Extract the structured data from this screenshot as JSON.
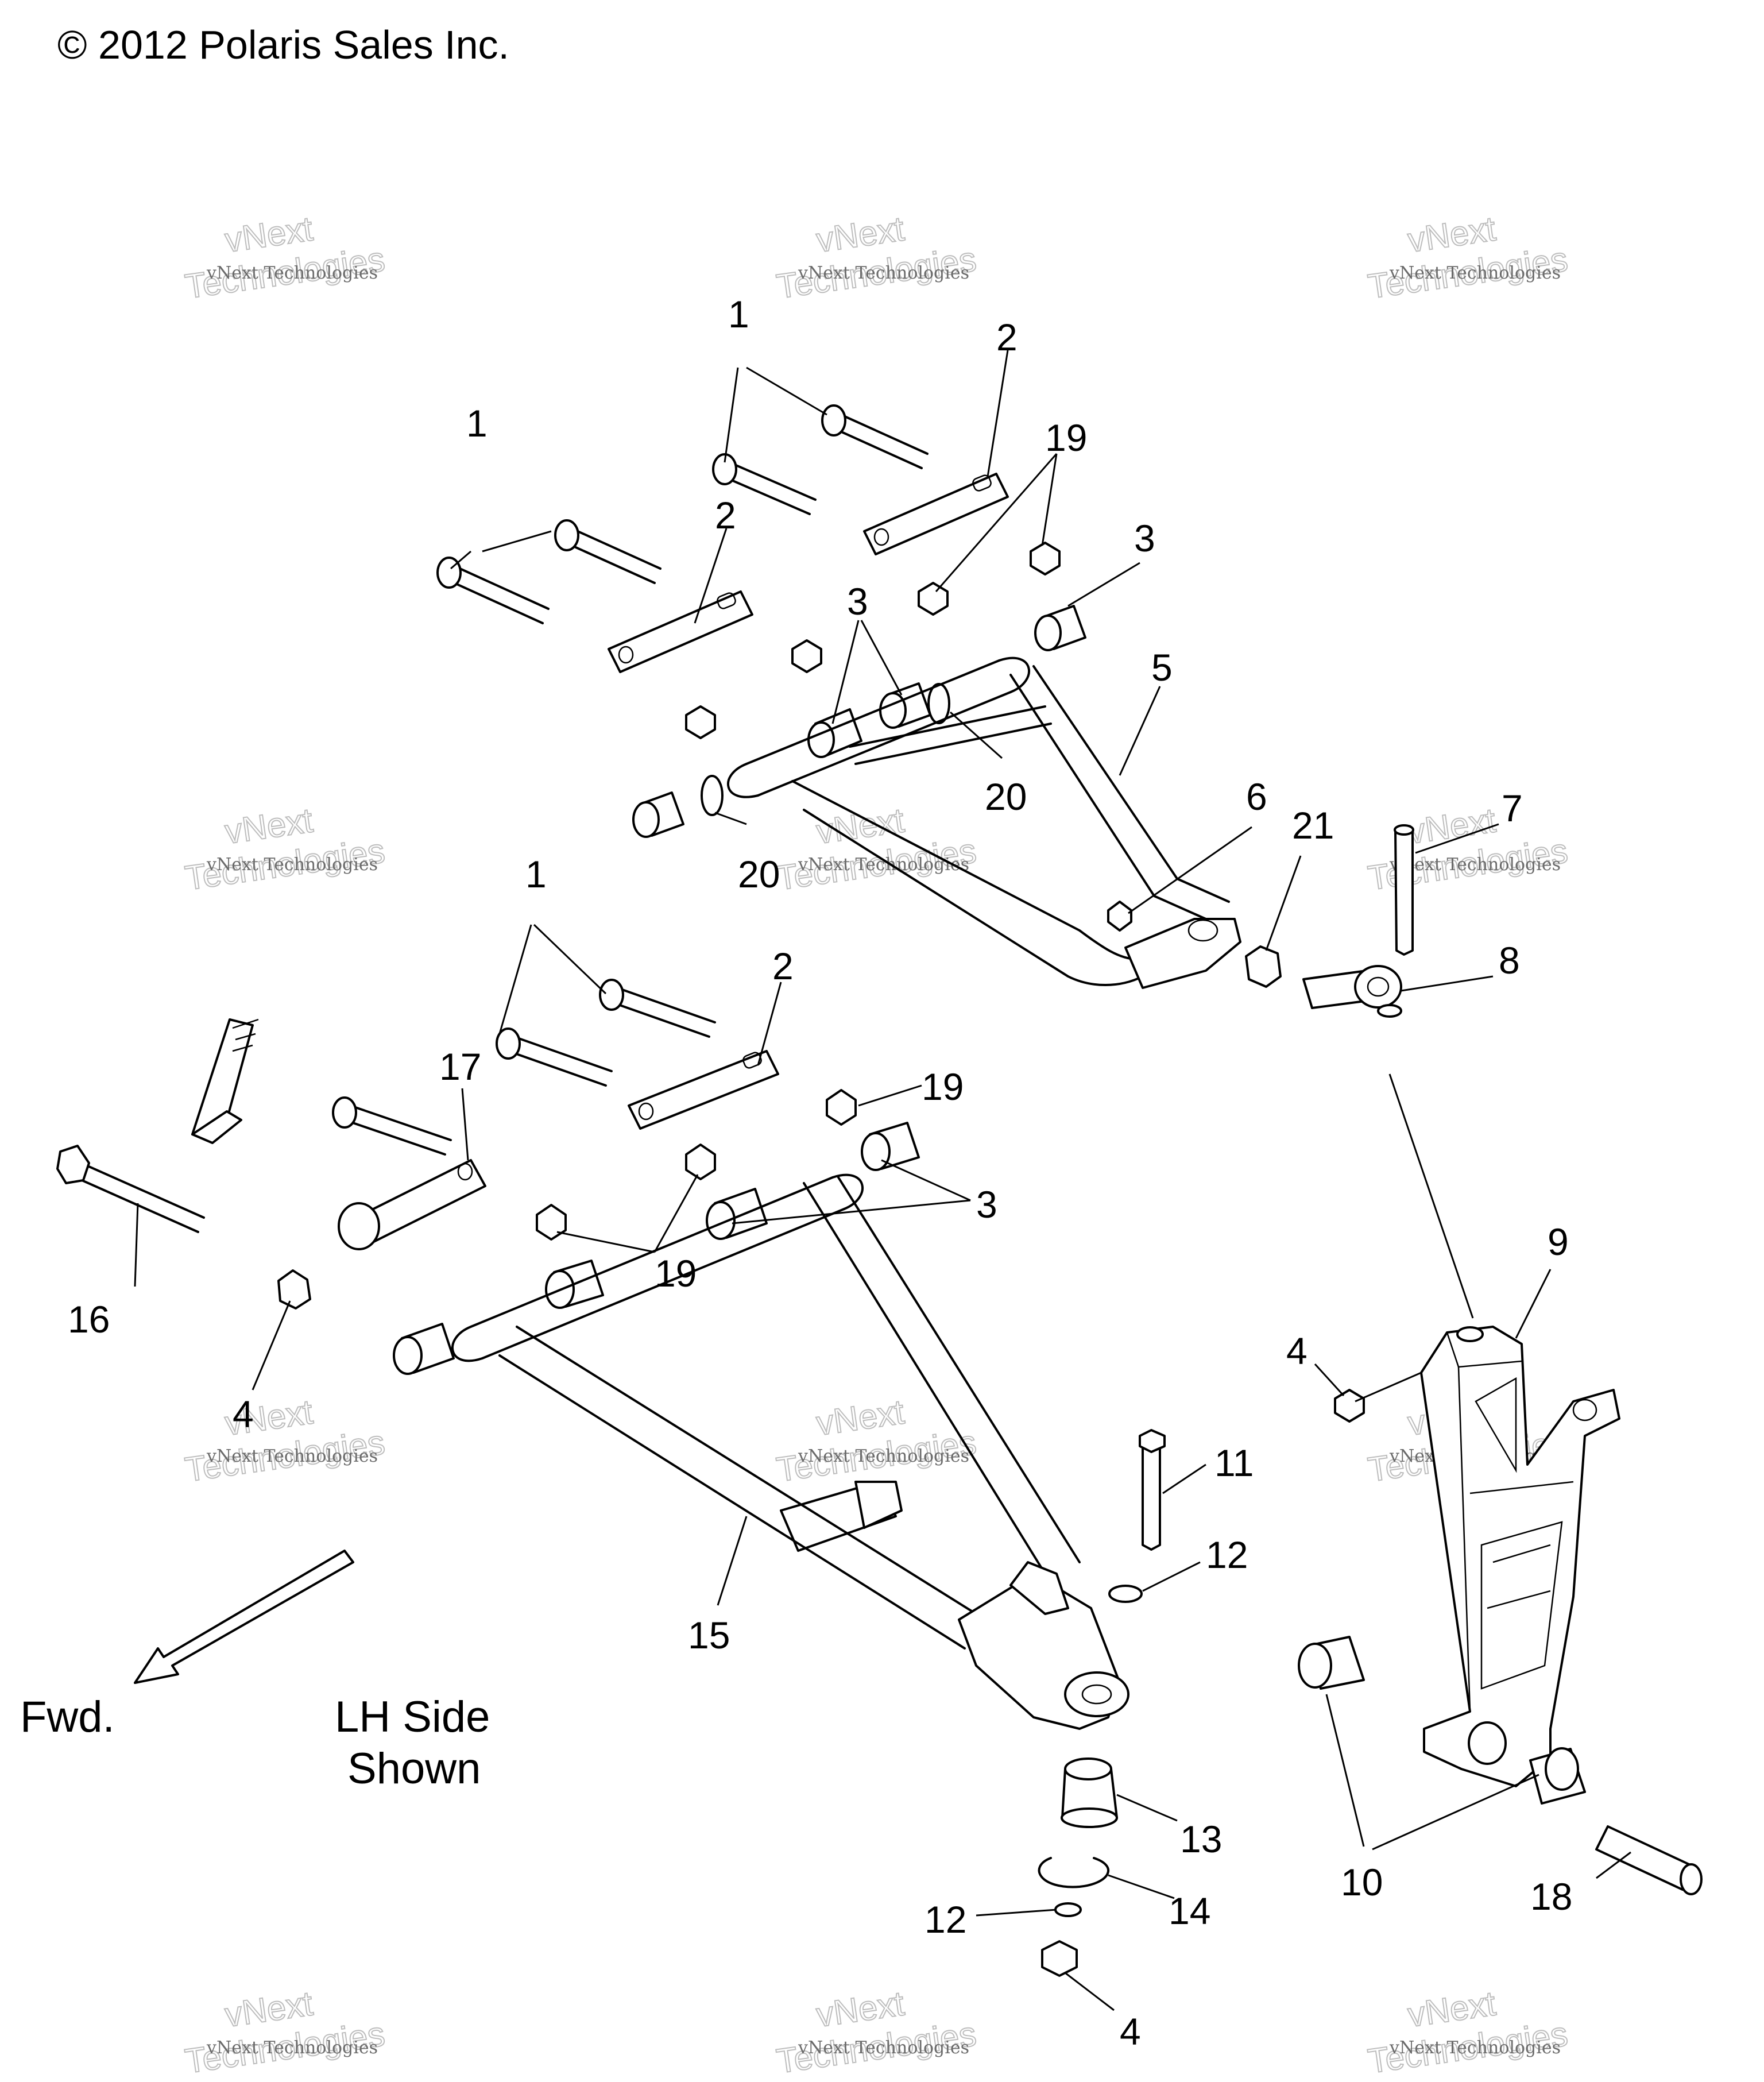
{
  "header": {
    "copyright": "© 2012 Polaris Sales Inc."
  },
  "captions": {
    "direction": "Fwd.",
    "side_line1": "LH Side",
    "side_line2": "Shown"
  },
  "watermark": {
    "small": "vNext Technologies",
    "big_top": "vNext",
    "big_bottom": "Technologies"
  },
  "callouts": [
    "1",
    "1",
    "1",
    "2",
    "2",
    "2",
    "19",
    "19",
    "3",
    "3",
    "3",
    "5",
    "20",
    "20",
    "6",
    "21",
    "7",
    "8",
    "1",
    "17",
    "19",
    "19",
    "16",
    "4",
    "9",
    "4",
    "11",
    "12",
    "15",
    "13",
    "14",
    "12",
    "4",
    "10",
    "18"
  ]
}
